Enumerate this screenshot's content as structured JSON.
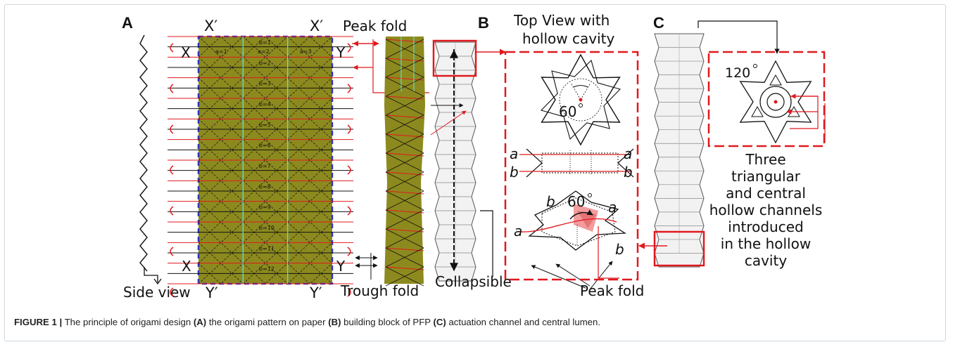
{
  "panels": {
    "a": "A",
    "b": "B",
    "c": "C"
  },
  "panel_a": {
    "x_prime_left": "X′",
    "x_prime_right": "X′",
    "y_prime_left": "Y′",
    "y_prime_right": "Y′",
    "x_top": "X",
    "y_top": "Y",
    "x_bottom": "X",
    "y_bottom": "Y",
    "side_view": "Side view",
    "col_labels": [
      "a=1",
      "a=2",
      "a=3"
    ],
    "row_labels": [
      "b=1",
      "b=2",
      "b=3",
      "b=4",
      "b=5",
      "b=6",
      "b=7",
      "b=8",
      "b=9",
      "b=10",
      "b=11",
      "b=12"
    ]
  },
  "annotations": {
    "peak_fold_top": "Peak fold",
    "trough_fold": "Trough fold",
    "collapsible": "Collapsible",
    "peak_fold_bottom": "Peak fold"
  },
  "panel_b": {
    "title_line1": "Top View with",
    "title_line2": "hollow cavity",
    "angle_top": "60",
    "angle_side": "60",
    "a_left": "a",
    "a_right": "a",
    "b_left": "b",
    "b_right": "b",
    "a_low_left": "a",
    "a_low_right": "a",
    "b_low_left": "b",
    "b_low_right": "b"
  },
  "panel_c": {
    "angle": "120",
    "description": [
      "Three",
      "triangular",
      "and central",
      "hollow channels",
      "introduced",
      "in the hollow",
      "cavity"
    ]
  },
  "caption": {
    "prefix": "FIGURE 1 |",
    "t1": " The principle of origami design ",
    "k1": "(A)",
    "t2": " the origami pattern on paper ",
    "k2": "(B)",
    "t3": " building block of PFP ",
    "k3": "(C)",
    "t4": " actuation channel and central lumen."
  },
  "colors": {
    "sheet": "#8c8a1e",
    "red": "#e0191e",
    "cyan": "#5fe3e8",
    "dashed_border": "#2b35b8",
    "pink": "#f08c8c"
  }
}
